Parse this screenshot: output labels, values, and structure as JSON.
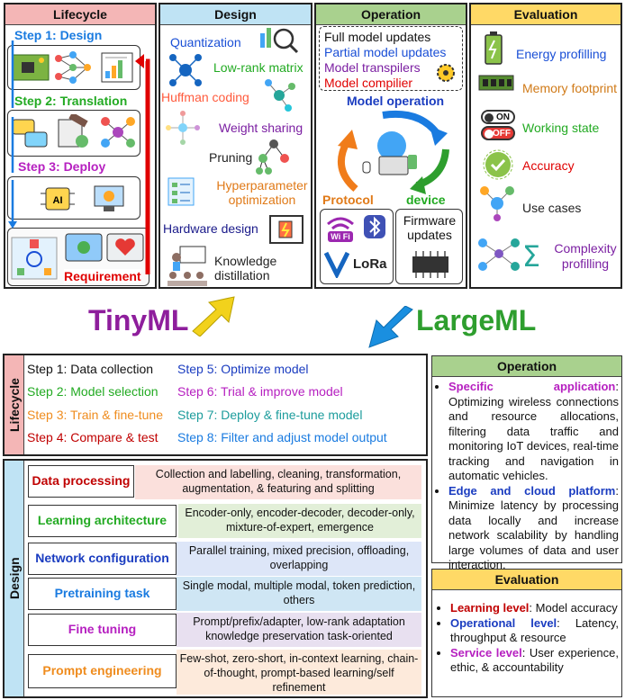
{
  "top": {
    "lifecycle": {
      "title": "Lifecycle",
      "step1": "Step 1: Design",
      "step2": "Step 2: Translation",
      "step3": "Step 3: Deploy",
      "requirement": "Requirement"
    },
    "design": {
      "title": "Design",
      "items": [
        "Quantization",
        "Low-rank matrix",
        "Huffman coding",
        "Weight sharing",
        "Pruning",
        "Hyperparameter optimization",
        "Hardware design",
        "Knowledge distillation"
      ]
    },
    "operation": {
      "title": "Operation",
      "list": [
        "Full model updates",
        "Partial model updates",
        "Model transpilers",
        "Model compilier"
      ],
      "model_operation": "Model operation",
      "protocol": "Protocol",
      "device": "device",
      "firmware": "Firmware updates",
      "wifi": "Wi Fi",
      "lora": "LoRa"
    },
    "evaluation": {
      "title": "Evaluation",
      "items": [
        "Energy profilling",
        "Memory footprint",
        "Working state",
        "Accuracy",
        "Use cases",
        "Complexity profilling"
      ],
      "on": "ON",
      "off": "OFF"
    }
  },
  "tinyml": "TinyML",
  "largeml": "LargeML",
  "bottom": {
    "lifecycle": {
      "label": "Lifecycle",
      "steps": [
        "Step 1: Data collection",
        "Step 2: Model selection",
        "Step 3: Train & fine-tune",
        "Step 4: Compare & test",
        "Step 5: Optimize model",
        "Step 6: Trial & improve model",
        "Step 7: Deploy & fine-tune model",
        "Step 8: Filter and adjust model output"
      ]
    },
    "design": {
      "label": "Design",
      "rows": [
        {
          "name": "Data processing",
          "desc": "Collection and labelling, cleaning, transformation, augmentation, & featuring and splitting"
        },
        {
          "name": "Learning architecture",
          "desc": "Encoder-only, encoder-decoder, decoder-only, mixture-of-expert, emergence"
        },
        {
          "name": "Network configuration",
          "desc": "Parallel training, mixed precision, offloading, overlapping"
        },
        {
          "name": "Pretraining task",
          "desc": "Single modal, multiple modal, token prediction, others"
        },
        {
          "name": "Fine tuning",
          "desc": "Prompt/prefix/adapter, low-rank adaptation knowledge preservation task-oriented"
        },
        {
          "name": "Prompt engineering",
          "desc": "Few-shot, zero-short, in-context learning, chain-of-thought, prompt-based learning/self refinement"
        }
      ]
    },
    "operation": {
      "title": "Operation",
      "b1_head": "Specific application",
      "b1_text": "Optimizing wireless connections and resource allocations, filtering data traffic and monitoring IoT devices, real-time tracking and navigation in automatic vehicles.",
      "b2_head": "Edge and cloud platform",
      "b2_text": "Minimize latency by processing data locally and increase network scalability by handling large volumes of data and user interaction."
    },
    "evaluation": {
      "title": "Evaluation",
      "b1_head": "Learning level",
      "b1_text": "Model accuracy",
      "b2_head": "Operational level",
      "b2_text": "Latency, throughput & resource",
      "b3_head": "Service level",
      "b3_text": "User experience, ethic, & accountability"
    }
  },
  "colors": {
    "lifecycle_head": "#f4b6b6",
    "design_head": "#bfe3f4",
    "operation_head": "#a9d18e",
    "evaluation_head": "#ffd966",
    "green": "#22aa22",
    "blue": "#1a4fd6",
    "red": "#e00000",
    "purple": "#9b22c8",
    "orange": "#e07a18",
    "teal": "#1c9c9c",
    "darkred": "#c00000"
  }
}
